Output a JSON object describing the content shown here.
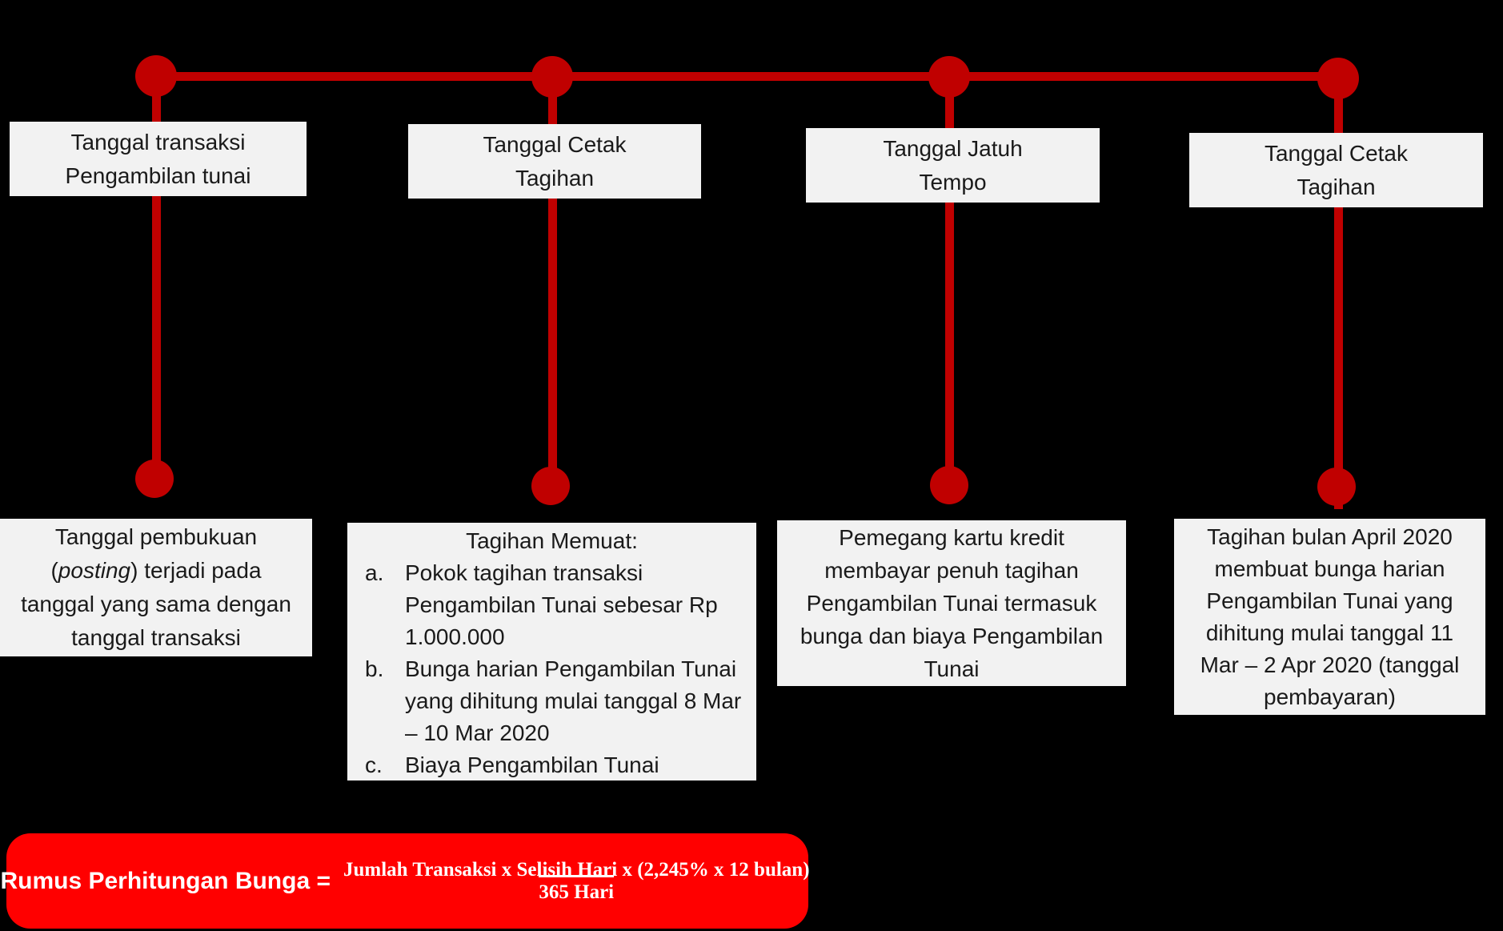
{
  "colors": {
    "page_bg": "#000000",
    "timeline_red": "#C00000",
    "box_bg": "#F2F2F2",
    "box_text": "#1A1A1A",
    "formula_bg": "#FF0000",
    "formula_text": "#FFFFFF"
  },
  "columns": [
    {
      "top": {
        "line1": "Tanggal transaksi",
        "line2": "Pengambilan tunai"
      },
      "bottom": {
        "line1": "Tanggal pembukuan",
        "line2_pre": "(",
        "line2_italic": "posting",
        "line2_post": ") terjadi pada",
        "line3": "tanggal yang sama dengan",
        "line4": "tanggal transaksi"
      }
    },
    {
      "top": {
        "line1": "Tanggal Cetak",
        "line2": "Tagihan"
      },
      "bottom": {
        "title": "Tagihan Memuat:",
        "items": [
          {
            "marker": "a.",
            "text": "Pokok tagihan transaksi Pengambilan Tunai sebesar Rp 1.000.000"
          },
          {
            "marker": "b.",
            "text": "Bunga harian Pengambilan Tunai yang dihitung mulai tanggal 8 Mar – 10 Mar 2020"
          },
          {
            "marker": "c.",
            "text": "Biaya Pengambilan Tunai"
          }
        ]
      }
    },
    {
      "top": {
        "line1": "Tanggal Jatuh",
        "line2": "Tempo"
      },
      "bottom": {
        "lines": [
          "Pemegang kartu kredit",
          "membayar penuh tagihan",
          "Pengambilan Tunai termasuk",
          "bunga dan biaya Pengambilan",
          "Tunai"
        ]
      }
    },
    {
      "top": {
        "line1": "Tanggal Cetak",
        "line2": "Tagihan"
      },
      "bottom": {
        "lines": [
          "Tagihan bulan April 2020",
          "membuat bunga harian",
          "Pengambilan Tunai yang",
          "dihitung mulai tanggal 11",
          "Mar – 2 Apr 2020 (tanggal",
          "pembayaran)"
        ]
      }
    }
  ],
  "formula": {
    "label": "Rumus Perhitungan Bunga =",
    "numerator": "Jumlah Transaksi x Selisih Hari x (2,245% x 12 bulan)",
    "denominator": "365 Hari"
  }
}
